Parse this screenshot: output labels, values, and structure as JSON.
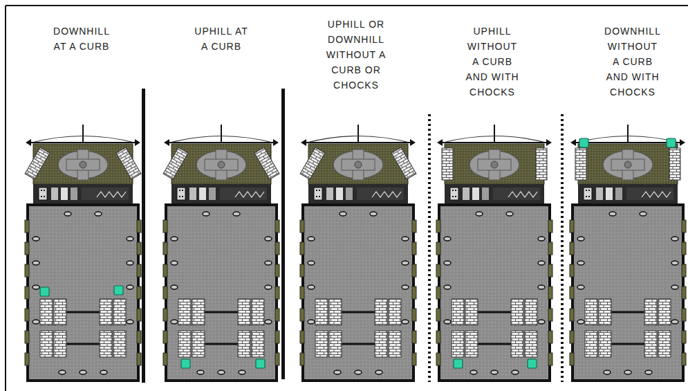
{
  "diagram": {
    "labels": [
      "DOWNHILL AT A CURB",
      "UPHILL AT A CURB",
      "UPHILL OR DOWNHILL WITHOUT A CURB OR CHOCKS",
      "UPHILL WITHOUT A CURB AND WITH CHOCKS",
      "DOWNHILL WITHOUT A CURB AND WITH CHOCKS"
    ]
  }
}
